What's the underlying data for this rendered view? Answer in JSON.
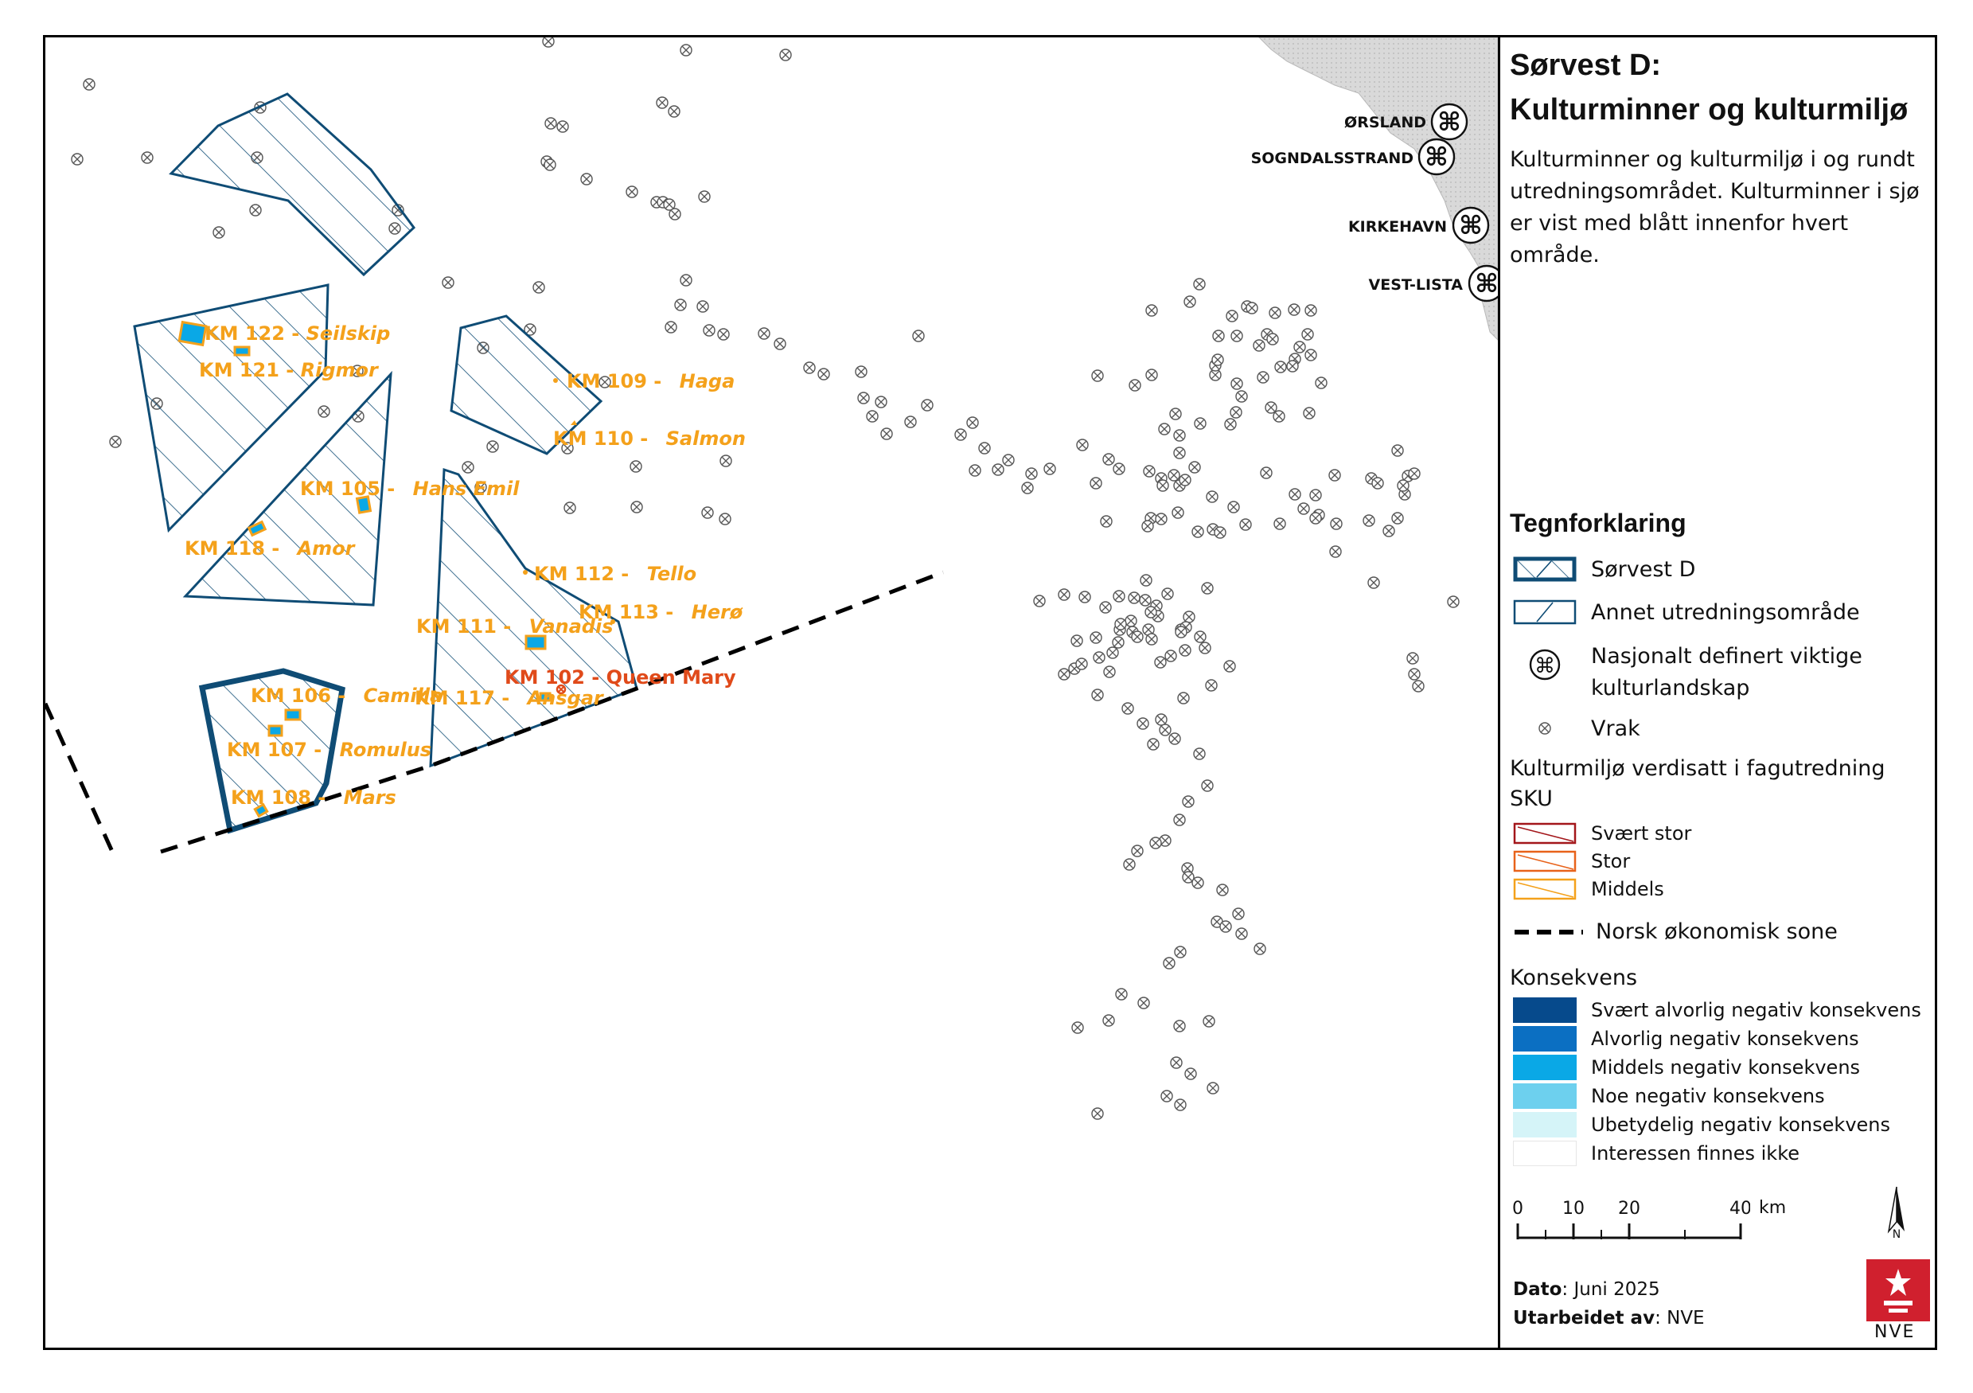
{
  "legend": {
    "title": "Sørvest D:",
    "title2": "Kulturminner og kulturmiljø",
    "description": "Kulturminner og kulturmiljø i og rundt utredningsområdet. Kulturminner i sjø er vist med blått innenfor hvert område.",
    "heading": "Tegnforklaring",
    "items": [
      {
        "label": "Sørvest D"
      },
      {
        "label": "Annet utredningsområde"
      },
      {
        "label": "Nasjonalt definert viktige kulturlandskap"
      },
      {
        "label": "Vrak"
      }
    ],
    "sku_title": "Kulturmiljø verdisatt i fagutredning SKU",
    "sku_items": [
      {
        "label": "Svært stor",
        "color": "#a3161a"
      },
      {
        "label": "Stor",
        "color": "#e8621a"
      },
      {
        "label": "Middels",
        "color": "#f4a11b"
      }
    ],
    "eez_label": "Norsk økonomisk sone",
    "kons_title": "Konsekvens",
    "kons_items": [
      {
        "label": "Svært alvorlig negativ konsekvens",
        "color": "#064a8c"
      },
      {
        "label": "Alvorlig negativ konsekvens",
        "color": "#0b6fc2"
      },
      {
        "label": "Middels negativ konsekvens",
        "color": "#0aa8e6"
      },
      {
        "label": "Noe negativ konsekvens",
        "color": "#6dd0ee"
      },
      {
        "label": "Ubetydelig negativ konsekvens",
        "color": "#d5f4f8"
      },
      {
        "label": "Interessen finnes ikke",
        "color": "#ffffff"
      }
    ],
    "scale": {
      "ticks": [
        "0",
        "10",
        "20",
        "40"
      ],
      "unit": "km"
    },
    "north": "N",
    "date_label": "Dato",
    "date_value": ": Juni 2025",
    "author_label": "Utarbeidet av",
    "author_value": ": NVE",
    "logo_text": "NVE"
  },
  "places": [
    {
      "name": "ØRSLAND"
    },
    {
      "name": "SOGNDALSSTRAND"
    },
    {
      "name": "KIRKEHAVN"
    },
    {
      "name": "VEST-LISTA"
    }
  ],
  "sites": [
    {
      "code": "KM 122 -",
      "name": "Seilskip"
    },
    {
      "code": "KM 121 -",
      "name": "Rigmor"
    },
    {
      "code": "KM 109 -",
      "name": "Haga"
    },
    {
      "code": "KM 110 -",
      "name": "Salmon"
    },
    {
      "code": "KM 105 -",
      "name": "Hans Emil"
    },
    {
      "code": "KM 118 -",
      "name": "Amor"
    },
    {
      "code": "KM 112 -",
      "name": "Tello"
    },
    {
      "code": "KM 113 -",
      "name": "Herø"
    },
    {
      "code": "KM 111 -",
      "name": "Vanadis"
    },
    {
      "code": "KM 102 - Queen Mary",
      "name": ""
    },
    {
      "code": "KM 117 -",
      "name": "Ansgar"
    },
    {
      "code": "KM 106 -",
      "name": "Camilla"
    },
    {
      "code": "KM 107 -",
      "name": "Romulus"
    },
    {
      "code": "KM 108 -",
      "name": "Mars"
    }
  ],
  "colors": {
    "area_stroke": "#0f4c75",
    "site_label": "#f4a11b",
    "site_label_red": "#e04a1a",
    "eez": "#000000"
  }
}
